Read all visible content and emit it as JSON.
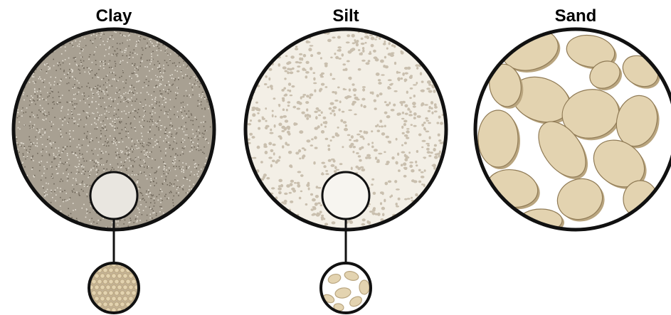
{
  "panels": [
    {
      "id": "clay",
      "label": "Clay"
    },
    {
      "id": "silt",
      "label": "Silt"
    },
    {
      "id": "sand",
      "label": "Sand"
    }
  ],
  "colors": {
    "outline": "#111111",
    "clay_fill": "#a8a092",
    "clay_speck_dark": "#6f675a",
    "clay_speck_light": "#e6e1d6",
    "silt_fill": "#f3efe6",
    "silt_dot": "#c9bfae",
    "sand_grain": "#e3d3b0",
    "sand_grain_shadow": "#b9a57f",
    "inset_clay": "#e9e6e0",
    "inset_silt": "#f7f5f0"
  }
}
